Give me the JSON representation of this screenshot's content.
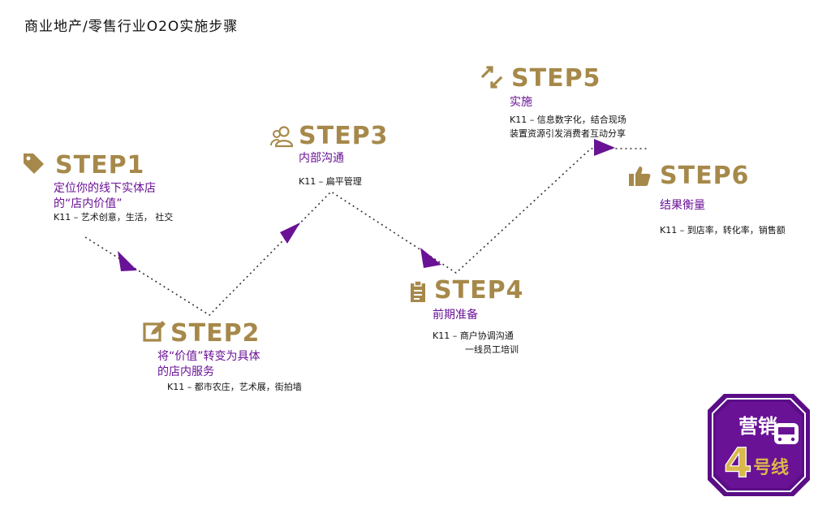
{
  "title": "商业地产/零售行业O2O实施步骤",
  "colors": {
    "gold": "#a6894a",
    "purple": "#6a1296",
    "text": "#111111"
  },
  "steps": [
    {
      "label": "STEP1",
      "sub": [
        "定位你的线下实体店",
        "的“店内价值”"
      ],
      "desc": [
        "K11 – 艺术创意，生活， 社交"
      ],
      "icon": "price-tag-icon"
    },
    {
      "label": "STEP2",
      "sub": [
        "将“价值”转变为具体",
        "的店内服务"
      ],
      "desc": [
        "K11 – 都市农庄，艺术展，街拍墙"
      ],
      "icon": "edit-icon"
    },
    {
      "label": "STEP3",
      "sub": [
        "内部沟通"
      ],
      "desc": [
        "K11 – 扁平管理"
      ],
      "icon": "users-icon"
    },
    {
      "label": "STEP4",
      "sub": [
        "前期准备"
      ],
      "desc": [
        "K11 – 商户协调沟通",
        "一线员工培训"
      ],
      "icon": "clipboard-icon"
    },
    {
      "label": "STEP5",
      "sub": [
        "实施"
      ],
      "desc": [
        "K11 – 信息数字化，结合现场",
        "装置资源引发消费者互动分享"
      ],
      "icon": "arrows-icon"
    },
    {
      "label": "STEP6",
      "sub": [
        "结果衡量"
      ],
      "desc": [
        "K11 – 到店率，转化率，销售额"
      ],
      "icon": "thumbs-up-icon"
    }
  ],
  "badge": {
    "line1": "营销",
    "number": "4",
    "line2": "号线",
    "icon": "train-icon"
  }
}
